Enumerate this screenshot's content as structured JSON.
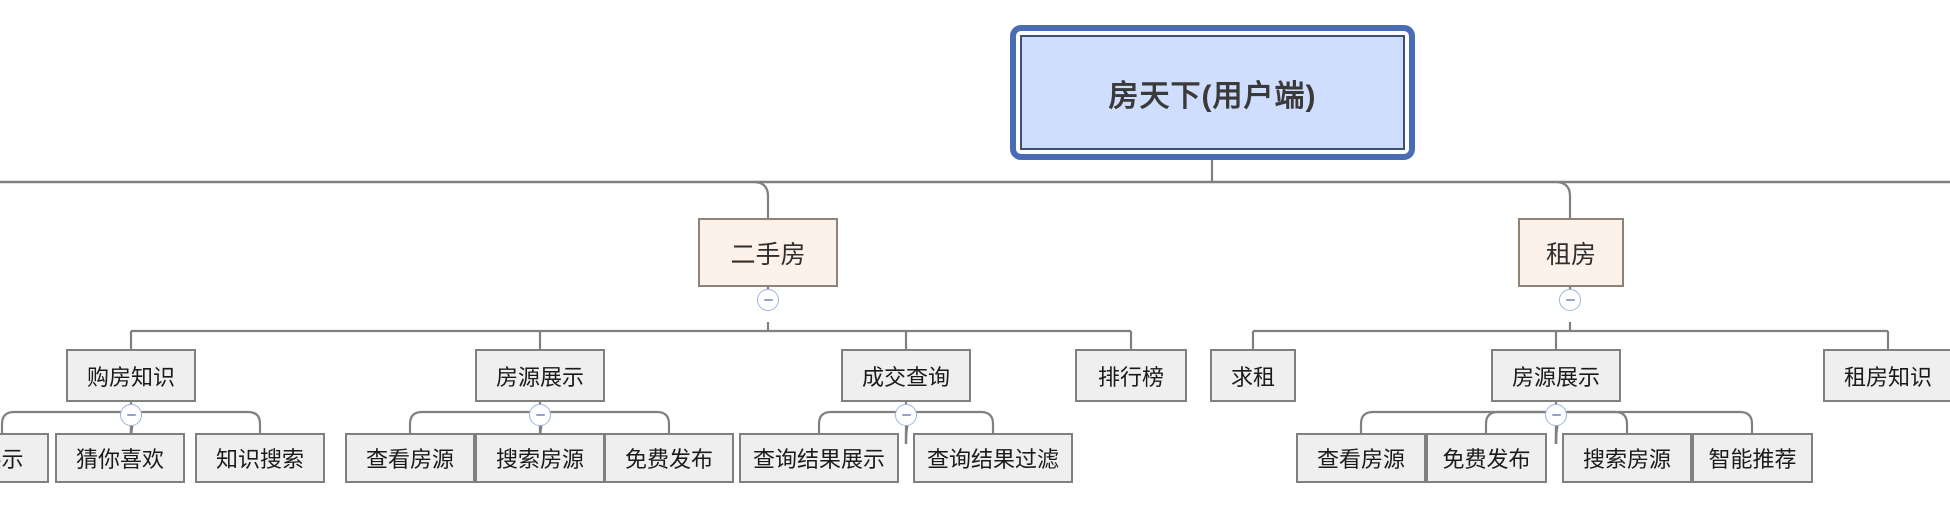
{
  "diagram": {
    "type": "mind-map-tree",
    "title": "房天下(用户端)",
    "orientation": "top-down",
    "colors": {
      "root_fill": "#cfdefc",
      "root_border": "#4a6cb3",
      "root_inner_border": "#3d4f72",
      "level1_fill": "#fdf2ea",
      "level1_border": "#8e8376",
      "node_fill": "#efefef",
      "node_border": "#808080",
      "edge": "#808080",
      "toggle_border": "#9fb3de",
      "toggle_dash": "#8fa4d4",
      "background": "#ffffff"
    }
  },
  "root": {
    "label": "房天下(用户端)"
  },
  "branches": [
    {
      "label": "二手房",
      "collapse_toggle": "minus",
      "children": [
        {
          "label": "购房知识",
          "collapse_toggle": "minus",
          "children": [
            {
              "label": "展示"
            },
            {
              "label": "猜你喜欢"
            },
            {
              "label": "知识搜索"
            }
          ]
        },
        {
          "label": "房源展示",
          "collapse_toggle": "minus",
          "children": [
            {
              "label": "查看房源"
            },
            {
              "label": "搜索房源"
            },
            {
              "label": "免费发布"
            }
          ]
        },
        {
          "label": "成交查询",
          "collapse_toggle": "minus",
          "children": [
            {
              "label": "查询结果展示"
            },
            {
              "label": "查询结果过滤"
            }
          ]
        },
        {
          "label": "排行榜",
          "children": []
        }
      ]
    },
    {
      "label": "租房",
      "collapse_toggle": "minus",
      "children": [
        {
          "label": "求租",
          "children": []
        },
        {
          "label": "房源展示",
          "collapse_toggle": "minus",
          "children": [
            {
              "label": "查看房源"
            },
            {
              "label": "免费发布"
            },
            {
              "label": "搜索房源"
            },
            {
              "label": "智能推荐"
            }
          ]
        },
        {
          "label": "租房知识",
          "children": []
        }
      ]
    }
  ],
  "toggle_glyph": "−"
}
